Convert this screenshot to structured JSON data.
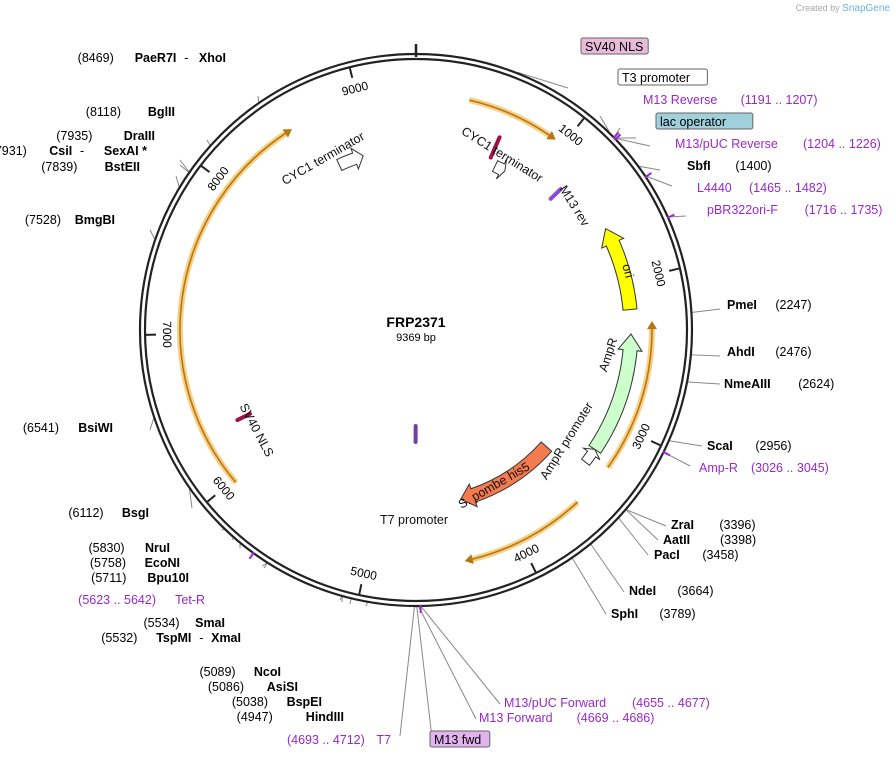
{
  "watermark": {
    "created_by": "Created by",
    "brand": "SnapGene"
  },
  "plasmid": {
    "name": "FRP2371",
    "length_label": "9369 bp",
    "length": 9369
  },
  "ruler_ticks": [
    {
      "pos": 1000,
      "label": "1000"
    },
    {
      "pos": 2000,
      "label": "2000"
    },
    {
      "pos": 3000,
      "label": "3000"
    },
    {
      "pos": 4000,
      "label": "4000"
    },
    {
      "pos": 5000,
      "label": "5000"
    },
    {
      "pos": 6000,
      "label": "6000"
    },
    {
      "pos": 7000,
      "label": "7000"
    },
    {
      "pos": 8000,
      "label": "8000"
    },
    {
      "pos": 9000,
      "label": "9000"
    }
  ],
  "features": [
    {
      "name": "CYC1 terminator",
      "start": 9350,
      "end": 1000,
      "color": "#ffffff",
      "dir": 1,
      "type": "arrow"
    },
    {
      "name": "CYC1 terminator",
      "start": 8700,
      "end": 8950,
      "color": "#ffffff",
      "dir": 1,
      "type": "arrow"
    },
    {
      "name": "M13 rev",
      "start": 1191,
      "end": 1207,
      "color": "#ffffff",
      "dir": -1,
      "type": "small"
    },
    {
      "name": "ori",
      "start": 1610,
      "end": 2200,
      "color": "#ffff00",
      "dir": -1,
      "type": "arrow"
    },
    {
      "name": "AmpR",
      "start": 2370,
      "end": 3220,
      "color": "#ccffcc",
      "dir": -1,
      "type": "arrow"
    },
    {
      "name": "AmpR promoter",
      "start": 3220,
      "end": 3330,
      "color": "#ffffff",
      "dir": -1,
      "type": "arrow"
    },
    {
      "name": "S. pombe his5",
      "start": 3430,
      "end": 4300,
      "color": "#f47a50",
      "dir": 1,
      "type": "arrow"
    },
    {
      "name": "T7 promoter",
      "start": 4693,
      "end": 4712,
      "color": "#ffffff",
      "dir": 1,
      "type": "small"
    },
    {
      "name": "SV40 NLS",
      "start": 6300,
      "end": 6360,
      "color": "#ffffff",
      "dir": -1,
      "type": "small"
    }
  ],
  "outer_arcs": [
    {
      "start": 340,
      "end": 900,
      "dir": 1
    },
    {
      "start": 2330,
      "end": 3270,
      "dir": -1
    },
    {
      "start": 3560,
      "end": 4330,
      "dir": 1
    },
    {
      "start": 5980,
      "end": 8500,
      "dir": 1
    }
  ],
  "right_labels": [
    {
      "text": "SV40 NLS",
      "kind": "boxed",
      "fill": "#e8bcd8"
    },
    {
      "text": "T3 promoter",
      "kind": "boxed",
      "fill": "#ffffff"
    },
    {
      "text": "M13 Reverse",
      "coords": "(1191 .. 1207)",
      "kind": "primer"
    },
    {
      "text": "lac operator",
      "kind": "boxed",
      "fill": "#9fd0dc"
    },
    {
      "text": "M13/pUC Reverse",
      "coords": "(1204 .. 1226)",
      "kind": "primer"
    },
    {
      "text": "SbfI",
      "coords": "(1400)",
      "kind": "enzyme"
    },
    {
      "text": "L4440",
      "coords": "(1465 .. 1482)",
      "kind": "primer"
    },
    {
      "text": "pBR322ori-F",
      "coords": "(1716 .. 1735)",
      "kind": "primer"
    },
    {
      "text": "PmeI",
      "coords": "(2247)",
      "kind": "enzyme"
    },
    {
      "text": "AhdI",
      "coords": "(2476)",
      "kind": "enzyme"
    },
    {
      "text": "NmeAIII",
      "coords": "(2624)",
      "kind": "enzyme"
    },
    {
      "text": "ScaI",
      "coords": "(2956)",
      "kind": "enzyme"
    },
    {
      "text": "Amp-R",
      "coords": "(3026 .. 3045)",
      "kind": "primer"
    },
    {
      "text": "ZraI",
      "coords": "(3396)",
      "kind": "enzyme"
    },
    {
      "text": "AatII",
      "coords": "(3398)",
      "kind": "enzyme"
    },
    {
      "text": "PacI",
      "coords": "(3458)",
      "kind": "enzyme"
    },
    {
      "text": "NdeI",
      "coords": "(3664)",
      "kind": "enzyme"
    },
    {
      "text": "SphI",
      "coords": "(3789)",
      "kind": "enzyme"
    },
    {
      "text": "M13/pUC Forward",
      "coords": "(4655 .. 4677)",
      "kind": "primer"
    },
    {
      "text": "M13 Forward",
      "coords": "(4669 .. 4686)",
      "kind": "primer"
    },
    {
      "text": "M13 fwd",
      "kind": "boxed",
      "fill": "#e3b3ef"
    }
  ],
  "left_labels": [
    {
      "coords": "(8469)",
      "text": "PaeR7I",
      "text2": "XhoI",
      "kind": "enzyme"
    },
    {
      "coords": "(8118)",
      "text": "BglII",
      "kind": "enzyme"
    },
    {
      "coords": "(7935)",
      "text": "DraIII",
      "kind": "enzyme"
    },
    {
      "coords": "(7931)",
      "text": "CsiI",
      "text2": "SexAI *",
      "kind": "enzyme"
    },
    {
      "coords": "(7839)",
      "text": "BstEII",
      "kind": "enzyme"
    },
    {
      "coords": "(7528)",
      "text": "BmgBI",
      "kind": "enzyme"
    },
    {
      "coords": "(6541)",
      "text": "BsiWI",
      "kind": "enzyme"
    },
    {
      "coords": "(6112)",
      "text": "BsgI",
      "kind": "enzyme"
    },
    {
      "coords": "(5830)",
      "text": "NruI",
      "kind": "enzyme"
    },
    {
      "coords": "(5758)",
      "text": "EcoNI",
      "kind": "enzyme"
    },
    {
      "coords": "(5711)",
      "text": "Bpu10I",
      "kind": "enzyme"
    },
    {
      "coords": "(5623 .. 5642)",
      "text": "Tet-R",
      "kind": "primer"
    },
    {
      "coords": "(5534)",
      "text": "SmaI",
      "kind": "enzyme"
    },
    {
      "coords": "(5532)",
      "text": "TspMI",
      "text2": "XmaI",
      "kind": "enzyme"
    },
    {
      "coords": "(5089)",
      "text": "NcoI",
      "kind": "enzyme"
    },
    {
      "coords": "(5086)",
      "text": "AsiSI",
      "kind": "enzyme"
    },
    {
      "coords": "(5038)",
      "text": "BspEI",
      "kind": "enzyme"
    },
    {
      "coords": "(4947)",
      "text": "HindIII",
      "kind": "enzyme"
    },
    {
      "coords": "(4693 .. 4712)",
      "text": "T7",
      "kind": "primer"
    }
  ],
  "colors": {
    "primer": "#9a28c9",
    "backbone": "#222222",
    "outer_arc": "#f5c16b"
  }
}
